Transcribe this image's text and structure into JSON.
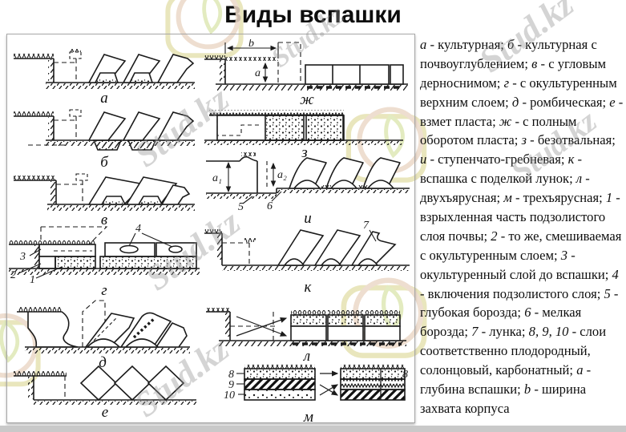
{
  "title": "Виды вспашки",
  "watermarks": {
    "text": "Stud.kz",
    "text_double": "Stud.kz - Stud.kz"
  },
  "diagrams": {
    "a": {
      "label": "а"
    },
    "b": {
      "label": "б"
    },
    "v": {
      "label": "в"
    },
    "g": {
      "label": "г",
      "k1": "1",
      "k2": "2",
      "k3": "3",
      "k4": "4"
    },
    "d": {
      "label": "д"
    },
    "e": {
      "label": "е"
    },
    "zh": {
      "label": "ж",
      "width_mark": "b",
      "depth_mark": "а"
    },
    "z": {
      "label": "з"
    },
    "i": {
      "label": "и",
      "a1": "а₁",
      "a2": "а₂",
      "k5": "5",
      "k6": "6"
    },
    "k": {
      "label": "к",
      "k7": "7"
    },
    "l": {
      "label": "л"
    },
    "m": {
      "label": "м",
      "k8l": "8",
      "k9": "9",
      "k10": "10",
      "k8r": "8"
    }
  },
  "legend": {
    "entries": [
      {
        "key": "а",
        "desc": "культурная"
      },
      {
        "key": "б",
        "desc": "культурная с почвоуглублением"
      },
      {
        "key": "в",
        "desc": "с угловым дерноснимом"
      },
      {
        "key": "г",
        "desc": "с окультуренным верхним слоем"
      },
      {
        "key": "д",
        "desc": "ромбическая"
      },
      {
        "key": "е",
        "desc": "взмет пласта"
      },
      {
        "key": "ж",
        "desc": "с полным оборотом пласта"
      },
      {
        "key": "з",
        "desc": "безотвальная"
      },
      {
        "key": "и",
        "desc": "ступенчато-гребневая"
      },
      {
        "key": "к",
        "desc": "вспашка с поделкой лунок"
      },
      {
        "key": "л",
        "desc": "двухъярусная"
      },
      {
        "key": "м",
        "desc": "трехъярусная"
      },
      {
        "key": "1",
        "desc": "взрыхленная часть подзолистого слоя почвы"
      },
      {
        "key": "2",
        "desc": "то же, смешиваемая с окультуренным слоем"
      },
      {
        "key": "3",
        "desc": "окультуренный слой до вспашки"
      },
      {
        "key": "4",
        "desc": "включения подзолистого слоя"
      },
      {
        "key": "5",
        "desc": "глубокая борозда"
      },
      {
        "key": "6",
        "desc": "мелкая борозда"
      },
      {
        "key": "7",
        "desc": "лунка"
      },
      {
        "key": "8, 9, 10",
        "desc": "слои соответственно плодородный, солонцовый, карбонатный"
      },
      {
        "key": "а",
        "desc": "глубина вспашки"
      },
      {
        "key": "b",
        "desc": "ширина захвата корпуса"
      }
    ]
  }
}
